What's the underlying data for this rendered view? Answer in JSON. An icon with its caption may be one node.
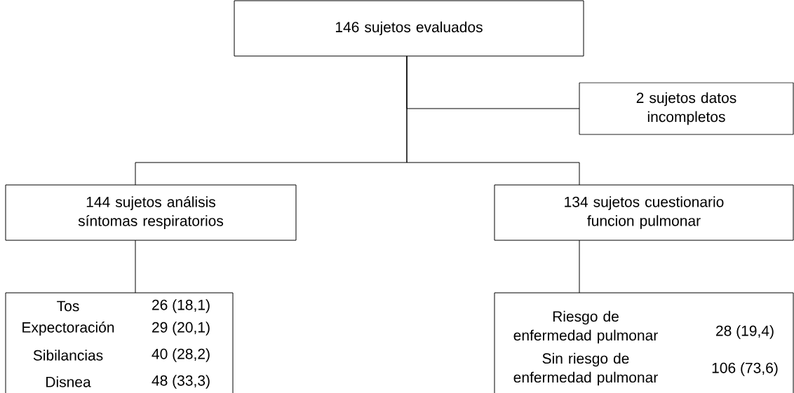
{
  "diagram": {
    "nodes": [
      {
        "text": [
          "146 sujetos evaluados"
        ]
      },
      {
        "text": [
          "2 sujetos datos incompletos"
        ]
      },
      {
        "text": [
          "144 sujetos análisis síntomas respiratorios"
        ]
      },
      {
        "text": [
          "134 sujetos cuestionario funcion pulmonar"
        ]
      },
      {
        "text": [
          "Tos",
          "26 (18,1)",
          "Expectoración",
          "29 (20,1)",
          "Sibilancias",
          "40 (28,2)",
          "Disnea",
          "48 (33,3)"
        ]
      },
      {
        "text": [
          "Riesgo de enfermedad pulmonar",
          "28 (19,4)",
          "Sin riesgo de enfermedad pulmonar",
          "106 (73,6)"
        ]
      }
    ],
    "edges": [
      {
        "from": 0,
        "to": 1,
        "arrow": "none"
      },
      {
        "from": 0,
        "to": 2,
        "arrow": "none"
      },
      {
        "from": 0,
        "to": 3,
        "arrow": "none"
      },
      {
        "from": 2,
        "to": 4,
        "arrow": "none"
      },
      {
        "from": 3,
        "to": 5,
        "arrow": "none"
      }
    ]
  }
}
